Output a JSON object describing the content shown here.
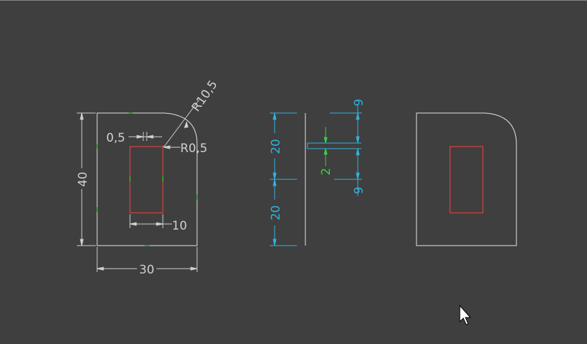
{
  "drawing": {
    "background": "#3f3f3f",
    "colors": {
      "geometry": "#e6e6e6",
      "cut": "#ff4040",
      "dim_front": "#d0d0d0",
      "dim_side": "#2fb4e0",
      "dim_green": "#3ad23a",
      "center_mark": "#2ec02e",
      "cursor": "#ffffff"
    },
    "front_view": {
      "dim_width": "30",
      "dim_height": "40",
      "dim_slot_width": "10",
      "dim_offset": "0,5",
      "dim_radius_large": "R10,5",
      "dim_radius_small": "R0,5"
    },
    "side_view": {
      "dim_upper": "20",
      "dim_lower": "20",
      "dim_top": "9",
      "dim_middle": "2",
      "dim_bottom": "9"
    },
    "cursor_icon": "arrow-cursor"
  }
}
